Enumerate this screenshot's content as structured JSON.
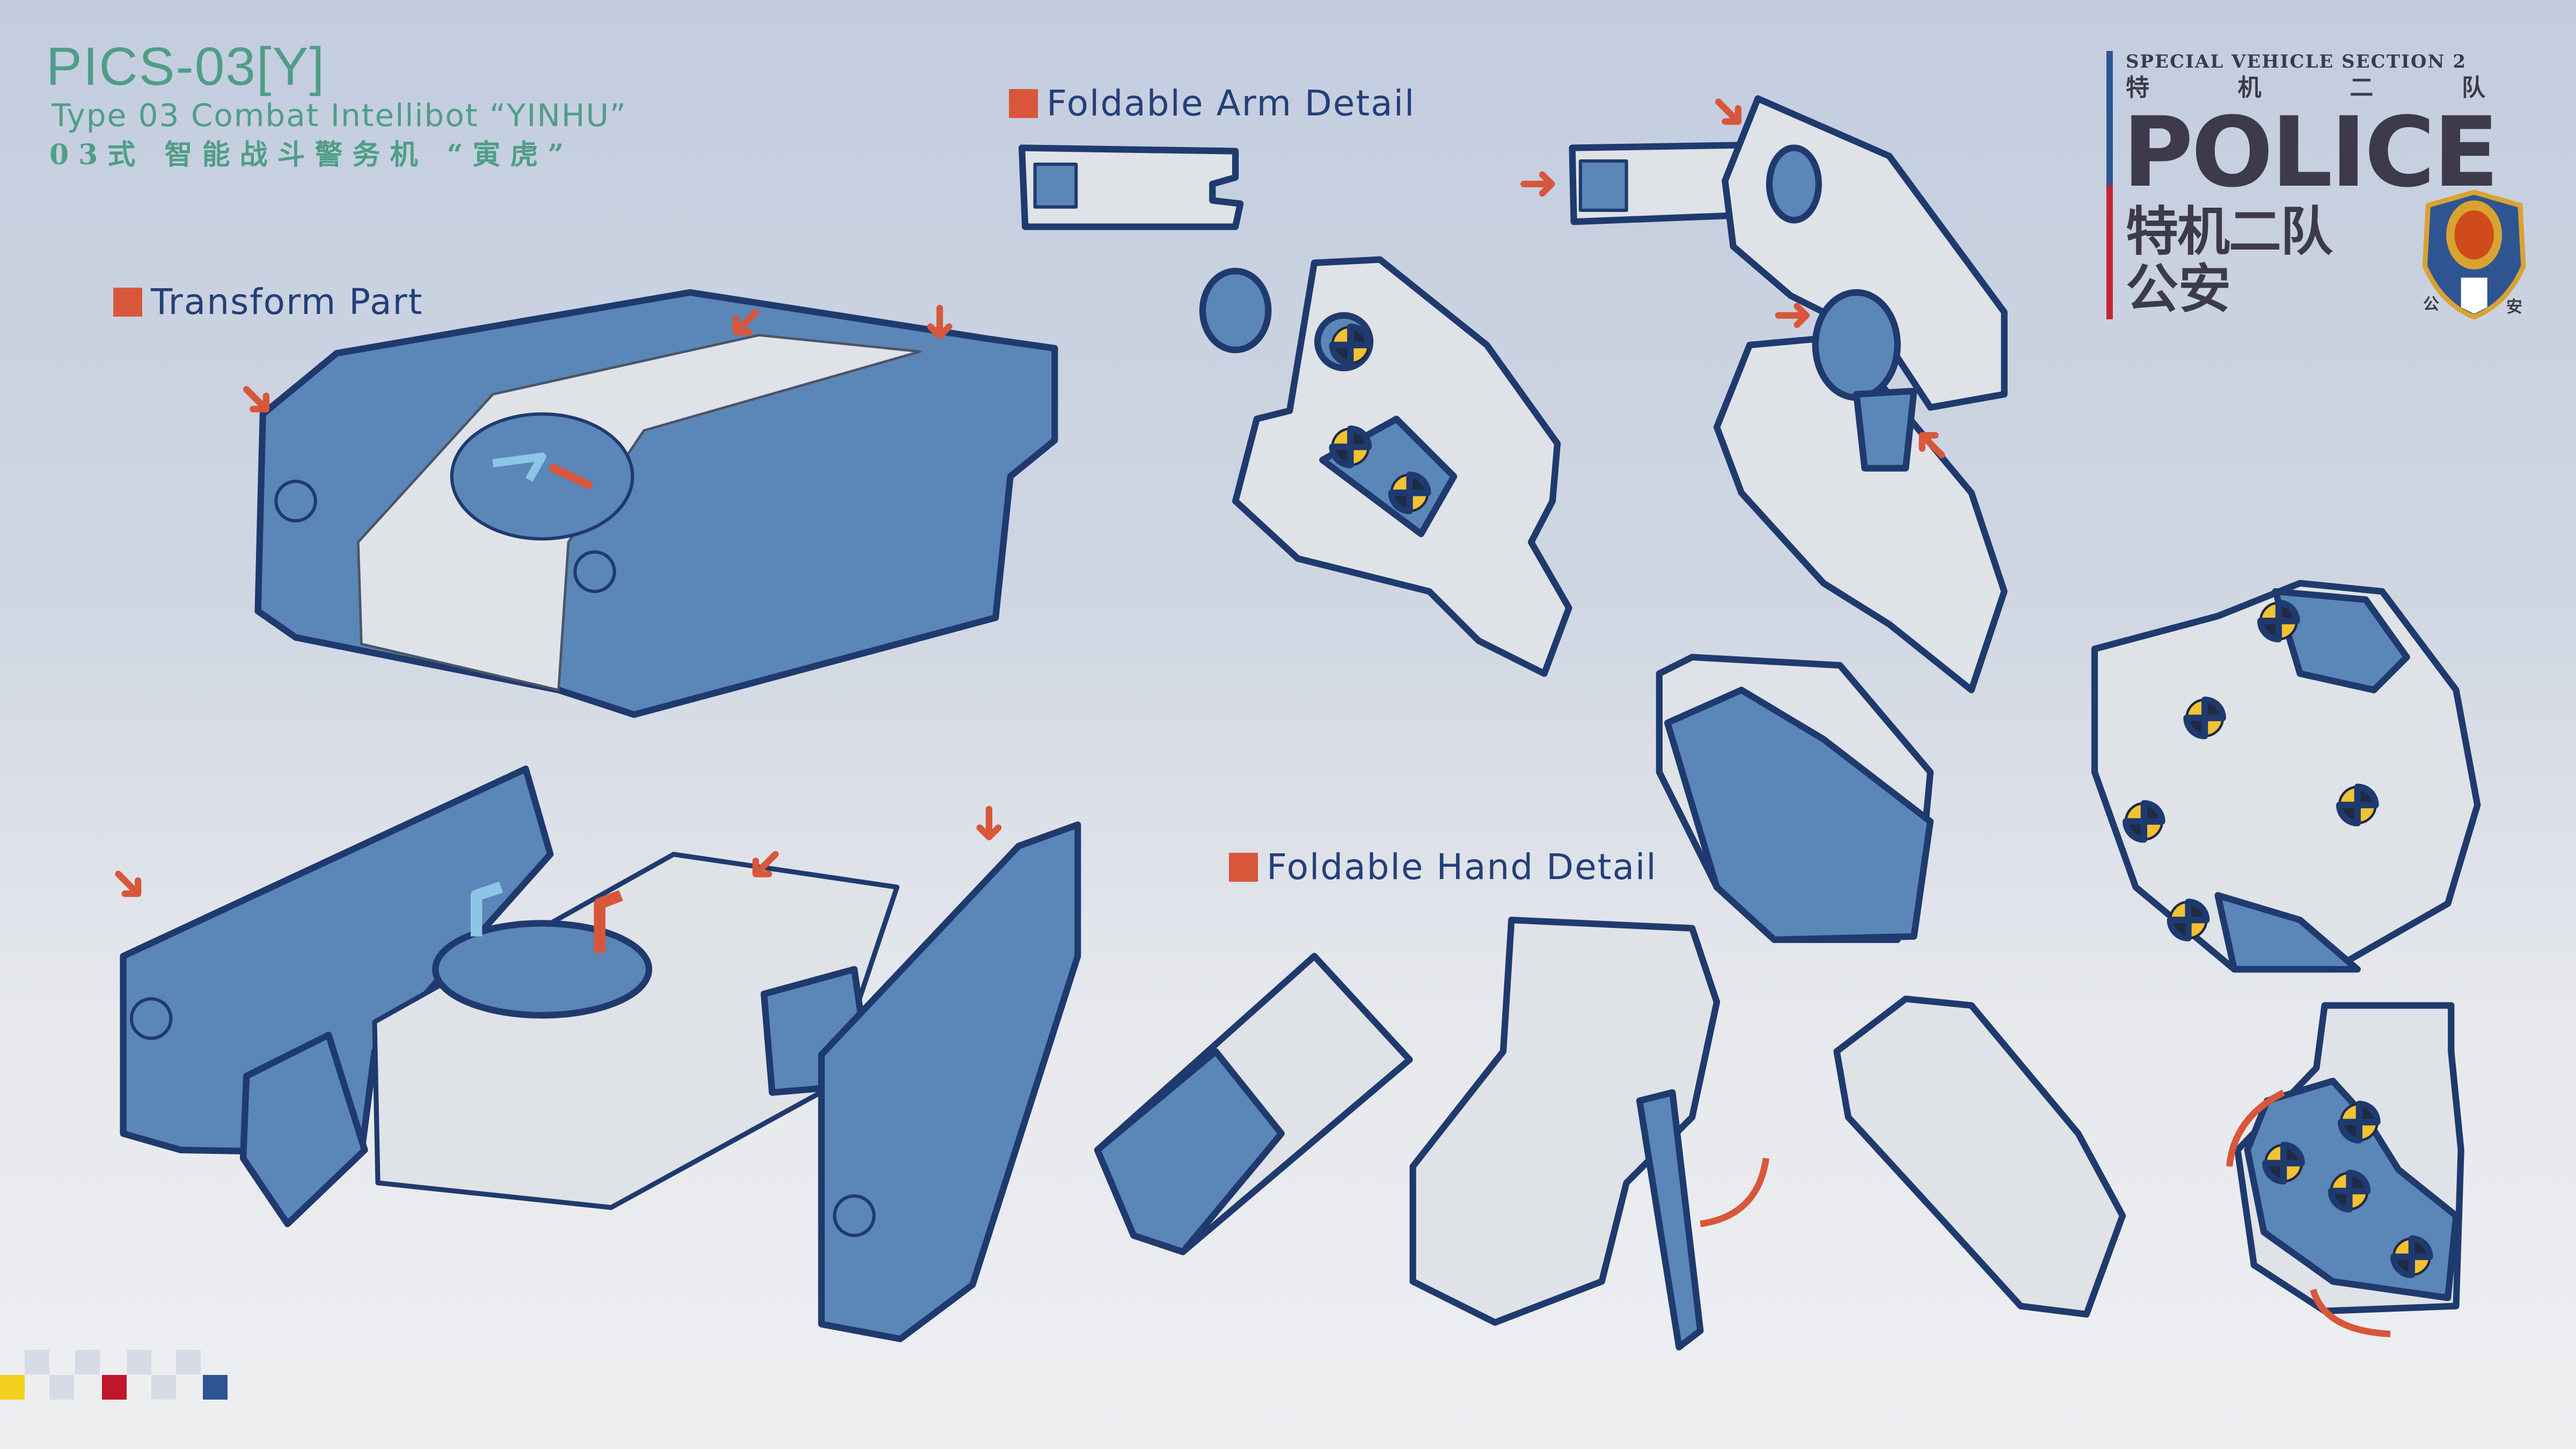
{
  "header": {
    "title": "PICS-03[Y]",
    "subtitle": "Type 03 Combat Intellibot “YINHU”",
    "cn_title": "03式 智能战斗警务机 “寅虎”"
  },
  "sections": {
    "transform": "Transform Part",
    "arm": "Foldable Arm Detail",
    "hand": "Foldable Hand Detail"
  },
  "police_logo": {
    "english": "SPECIAL VEHICLE SECTION 2",
    "cn_spaced": [
      "特",
      "机",
      "二",
      "队"
    ],
    "word": "POLICE",
    "cn_unit": "特机二队",
    "cn_agency": "公安",
    "badge_left": "公",
    "badge_right": "安"
  },
  "colors": {
    "accent_text": "#4f9e87",
    "armor_blue": "#5b86b8",
    "outline": "#1f3a6e",
    "arrow_red": "#d8573b",
    "police_blue": "#2e5592",
    "police_red": "#c22637"
  }
}
